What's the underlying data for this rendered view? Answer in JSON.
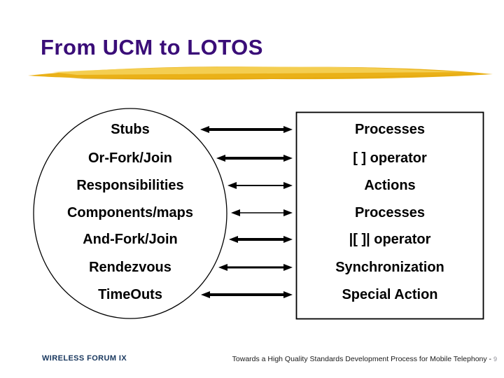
{
  "slide": {
    "title": "From UCM to LOTOS",
    "ucm": {
      "items": [
        "Stubs",
        "Or-Fork/Join",
        "Responsibilities",
        "Components/maps",
        "And-Fork/Join",
        "Rendezvous",
        "TimeOuts"
      ]
    },
    "lotos": {
      "items": [
        "Processes",
        "[ ] operator",
        "Actions",
        "Processes",
        "|[ ]| operator",
        "Synchronization",
        "Special Action"
      ]
    },
    "footer": {
      "left": "WIRELESS FORUM IX",
      "right": "Towards a High Quality Standards Development Process for Mobile Telephony -",
      "page": "9"
    },
    "colors": {
      "title": "#3A0D78",
      "footer_left": "#17365D",
      "brush_gold": "#EAB118",
      "brush_light": "#F6D35C",
      "brush_dark": "#D89C0A",
      "ink": "#000000",
      "page_number": "#8B8B94"
    }
  }
}
